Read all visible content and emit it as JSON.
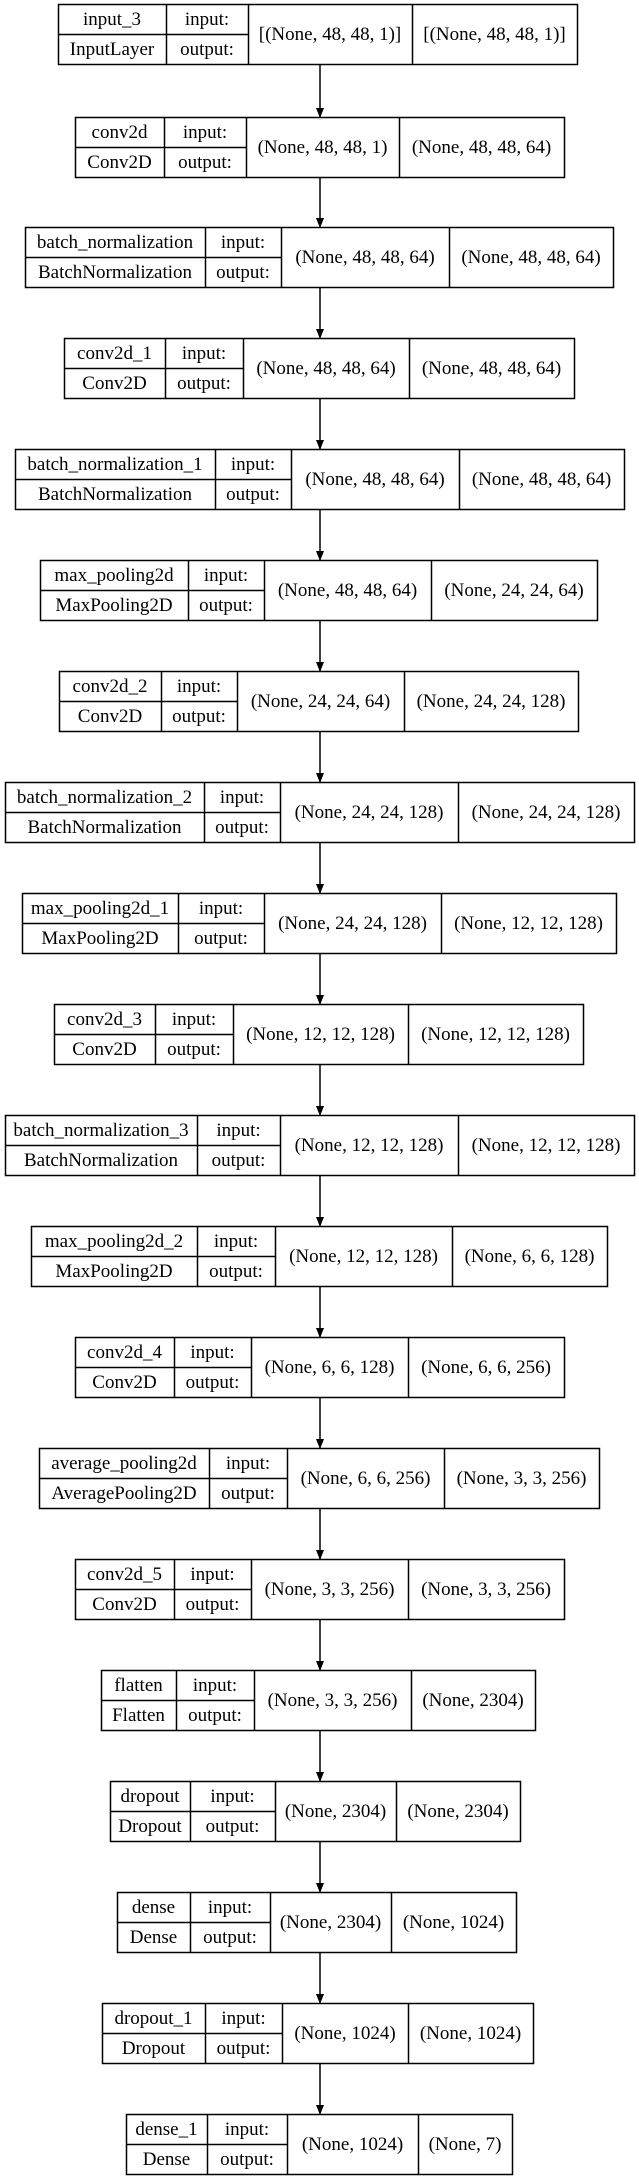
{
  "ui": {
    "input_label": "input:",
    "output_label": "output:"
  },
  "layers": [
    {
      "name": "input_3",
      "type": "InputLayer",
      "input_shape": "[(None, 48, 48, 1)]",
      "output_shape": "[(None, 48, 48, 1)]"
    },
    {
      "name": "conv2d",
      "type": "Conv2D",
      "input_shape": "(None, 48, 48, 1)",
      "output_shape": "(None, 48, 48, 64)"
    },
    {
      "name": "batch_normalization",
      "type": "BatchNormalization",
      "input_shape": "(None, 48, 48, 64)",
      "output_shape": "(None, 48, 48, 64)"
    },
    {
      "name": "conv2d_1",
      "type": "Conv2D",
      "input_shape": "(None, 48, 48, 64)",
      "output_shape": "(None, 48, 48, 64)"
    },
    {
      "name": "batch_normalization_1",
      "type": "BatchNormalization",
      "input_shape": "(None, 48, 48, 64)",
      "output_shape": "(None, 48, 48, 64)"
    },
    {
      "name": "max_pooling2d",
      "type": "MaxPooling2D",
      "input_shape": "(None, 48, 48, 64)",
      "output_shape": "(None, 24, 24, 64)"
    },
    {
      "name": "conv2d_2",
      "type": "Conv2D",
      "input_shape": "(None, 24, 24, 64)",
      "output_shape": "(None, 24, 24, 128)"
    },
    {
      "name": "batch_normalization_2",
      "type": "BatchNormalization",
      "input_shape": "(None, 24, 24, 128)",
      "output_shape": "(None, 24, 24, 128)"
    },
    {
      "name": "max_pooling2d_1",
      "type": "MaxPooling2D",
      "input_shape": "(None, 24, 24, 128)",
      "output_shape": "(None, 12, 12, 128)"
    },
    {
      "name": "conv2d_3",
      "type": "Conv2D",
      "input_shape": "(None, 12, 12, 128)",
      "output_shape": "(None, 12, 12, 128)"
    },
    {
      "name": "batch_normalization_3",
      "type": "BatchNormalization",
      "input_shape": "(None, 12, 12, 128)",
      "output_shape": "(None, 12, 12, 128)"
    },
    {
      "name": "max_pooling2d_2",
      "type": "MaxPooling2D",
      "input_shape": "(None, 12, 12, 128)",
      "output_shape": "(None, 6, 6, 128)"
    },
    {
      "name": "conv2d_4",
      "type": "Conv2D",
      "input_shape": "(None, 6, 6, 128)",
      "output_shape": "(None, 6, 6, 256)"
    },
    {
      "name": "average_pooling2d",
      "type": "AveragePooling2D",
      "input_shape": "(None, 6, 6, 256)",
      "output_shape": "(None, 3, 3, 256)"
    },
    {
      "name": "conv2d_5",
      "type": "Conv2D",
      "input_shape": "(None, 3, 3, 256)",
      "output_shape": "(None, 3, 3, 256)"
    },
    {
      "name": "flatten",
      "type": "Flatten",
      "input_shape": "(None, 3, 3, 256)",
      "output_shape": "(None, 2304)"
    },
    {
      "name": "dropout",
      "type": "Dropout",
      "input_shape": "(None, 2304)",
      "output_shape": "(None, 2304)"
    },
    {
      "name": "dense",
      "type": "Dense",
      "input_shape": "(None, 2304)",
      "output_shape": "(None, 1024)"
    },
    {
      "name": "dropout_1",
      "type": "Dropout",
      "input_shape": "(None, 1024)",
      "output_shape": "(None, 1024)"
    },
    {
      "name": "dense_1",
      "type": "Dense",
      "input_shape": "(None, 1024)",
      "output_shape": "(None, 7)"
    }
  ]
}
